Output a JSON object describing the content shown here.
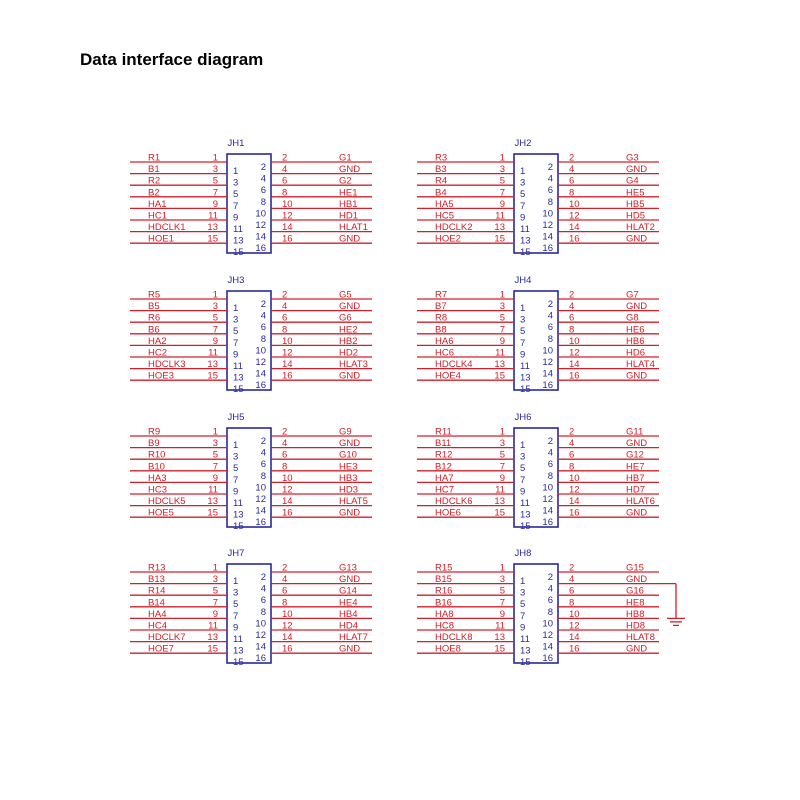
{
  "title": "Data interface diagram",
  "colors": {
    "wire": "#d0202a",
    "outline": "#2a2a9a",
    "ground": "#d0202a"
  },
  "connectors": [
    {
      "name": "JH1",
      "left": [
        "R1",
        "B1",
        "R2",
        "B2",
        "HA1",
        "HC1",
        "HDCLK1",
        "HOE1"
      ],
      "right": [
        "G1",
        "GND",
        "G2",
        "HE1",
        "HB1",
        "HD1",
        "HLAT1",
        "GND"
      ]
    },
    {
      "name": "JH2",
      "left": [
        "R3",
        "B3",
        "R4",
        "B4",
        "HA5",
        "HC5",
        "HDCLK2",
        "HOE2"
      ],
      "right": [
        "G3",
        "GND",
        "G4",
        "HE5",
        "HB5",
        "HD5",
        "HLAT2",
        "GND"
      ]
    },
    {
      "name": "JH3",
      "left": [
        "R5",
        "B5",
        "R6",
        "B6",
        "HA2",
        "HC2",
        "HDCLK3",
        "HOE3"
      ],
      "right": [
        "G5",
        "GND",
        "G6",
        "HE2",
        "HB2",
        "HD2",
        "HLAT3",
        "GND"
      ]
    },
    {
      "name": "JH4",
      "left": [
        "R7",
        "B7",
        "R8",
        "B8",
        "HA6",
        "HC6",
        "HDCLK4",
        "HOE4"
      ],
      "right": [
        "G7",
        "GND",
        "G8",
        "HE6",
        "HB6",
        "HD6",
        "HLAT4",
        "GND"
      ]
    },
    {
      "name": "JH5",
      "left": [
        "R9",
        "B9",
        "R10",
        "B10",
        "HA3",
        "HC3",
        "HDCLK5",
        "HOE5"
      ],
      "right": [
        "G9",
        "GND",
        "G10",
        "HE3",
        "HB3",
        "HD3",
        "HLAT5",
        "GND"
      ]
    },
    {
      "name": "JH6",
      "left": [
        "R11",
        "B11",
        "R12",
        "B12",
        "HA7",
        "HC7",
        "HDCLK6",
        "HOE6"
      ],
      "right": [
        "G11",
        "GND",
        "G12",
        "HE7",
        "HB7",
        "HD7",
        "HLAT6",
        "GND"
      ]
    },
    {
      "name": "JH7",
      "left": [
        "R13",
        "B13",
        "R14",
        "B14",
        "HA4",
        "HC4",
        "HDCLK7",
        "HOE7"
      ],
      "right": [
        "G13",
        "GND",
        "G14",
        "HE4",
        "HB4",
        "HD4",
        "HLAT7",
        "GND"
      ]
    },
    {
      "name": "JH8",
      "left": [
        "R15",
        "B15",
        "R16",
        "B16",
        "HA8",
        "HC8",
        "HDCLK8",
        "HOE8"
      ],
      "right": [
        "G15",
        "GND",
        "G16",
        "HE8",
        "HB8",
        "HD8",
        "HLAT8",
        "GND"
      ],
      "ground_symbol": true
    }
  ]
}
